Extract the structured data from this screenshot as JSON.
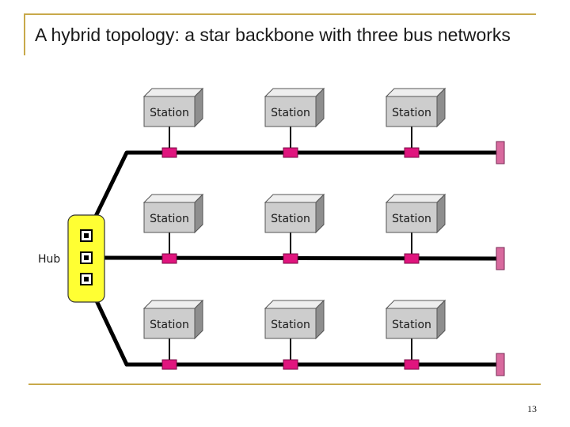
{
  "slide": {
    "title": "A hybrid topology: a star backbone with three bus networks",
    "page_number": "13"
  },
  "diagram": {
    "hub_label": "Hub",
    "buses": [
      {
        "stations": [
          "Station",
          "Station",
          "Station"
        ]
      },
      {
        "stations": [
          "Station",
          "Station",
          "Station"
        ]
      },
      {
        "stations": [
          "Station",
          "Station",
          "Station"
        ]
      }
    ],
    "colors": {
      "accent": "#c8a94a",
      "hub": "#ffff33",
      "tap": "#e0157e",
      "terminator": "#d86a9e",
      "cable": "#000000",
      "station_front": "#cdcdcd",
      "station_top": "#eeeeee",
      "station_side": "#8e8e8e"
    }
  }
}
